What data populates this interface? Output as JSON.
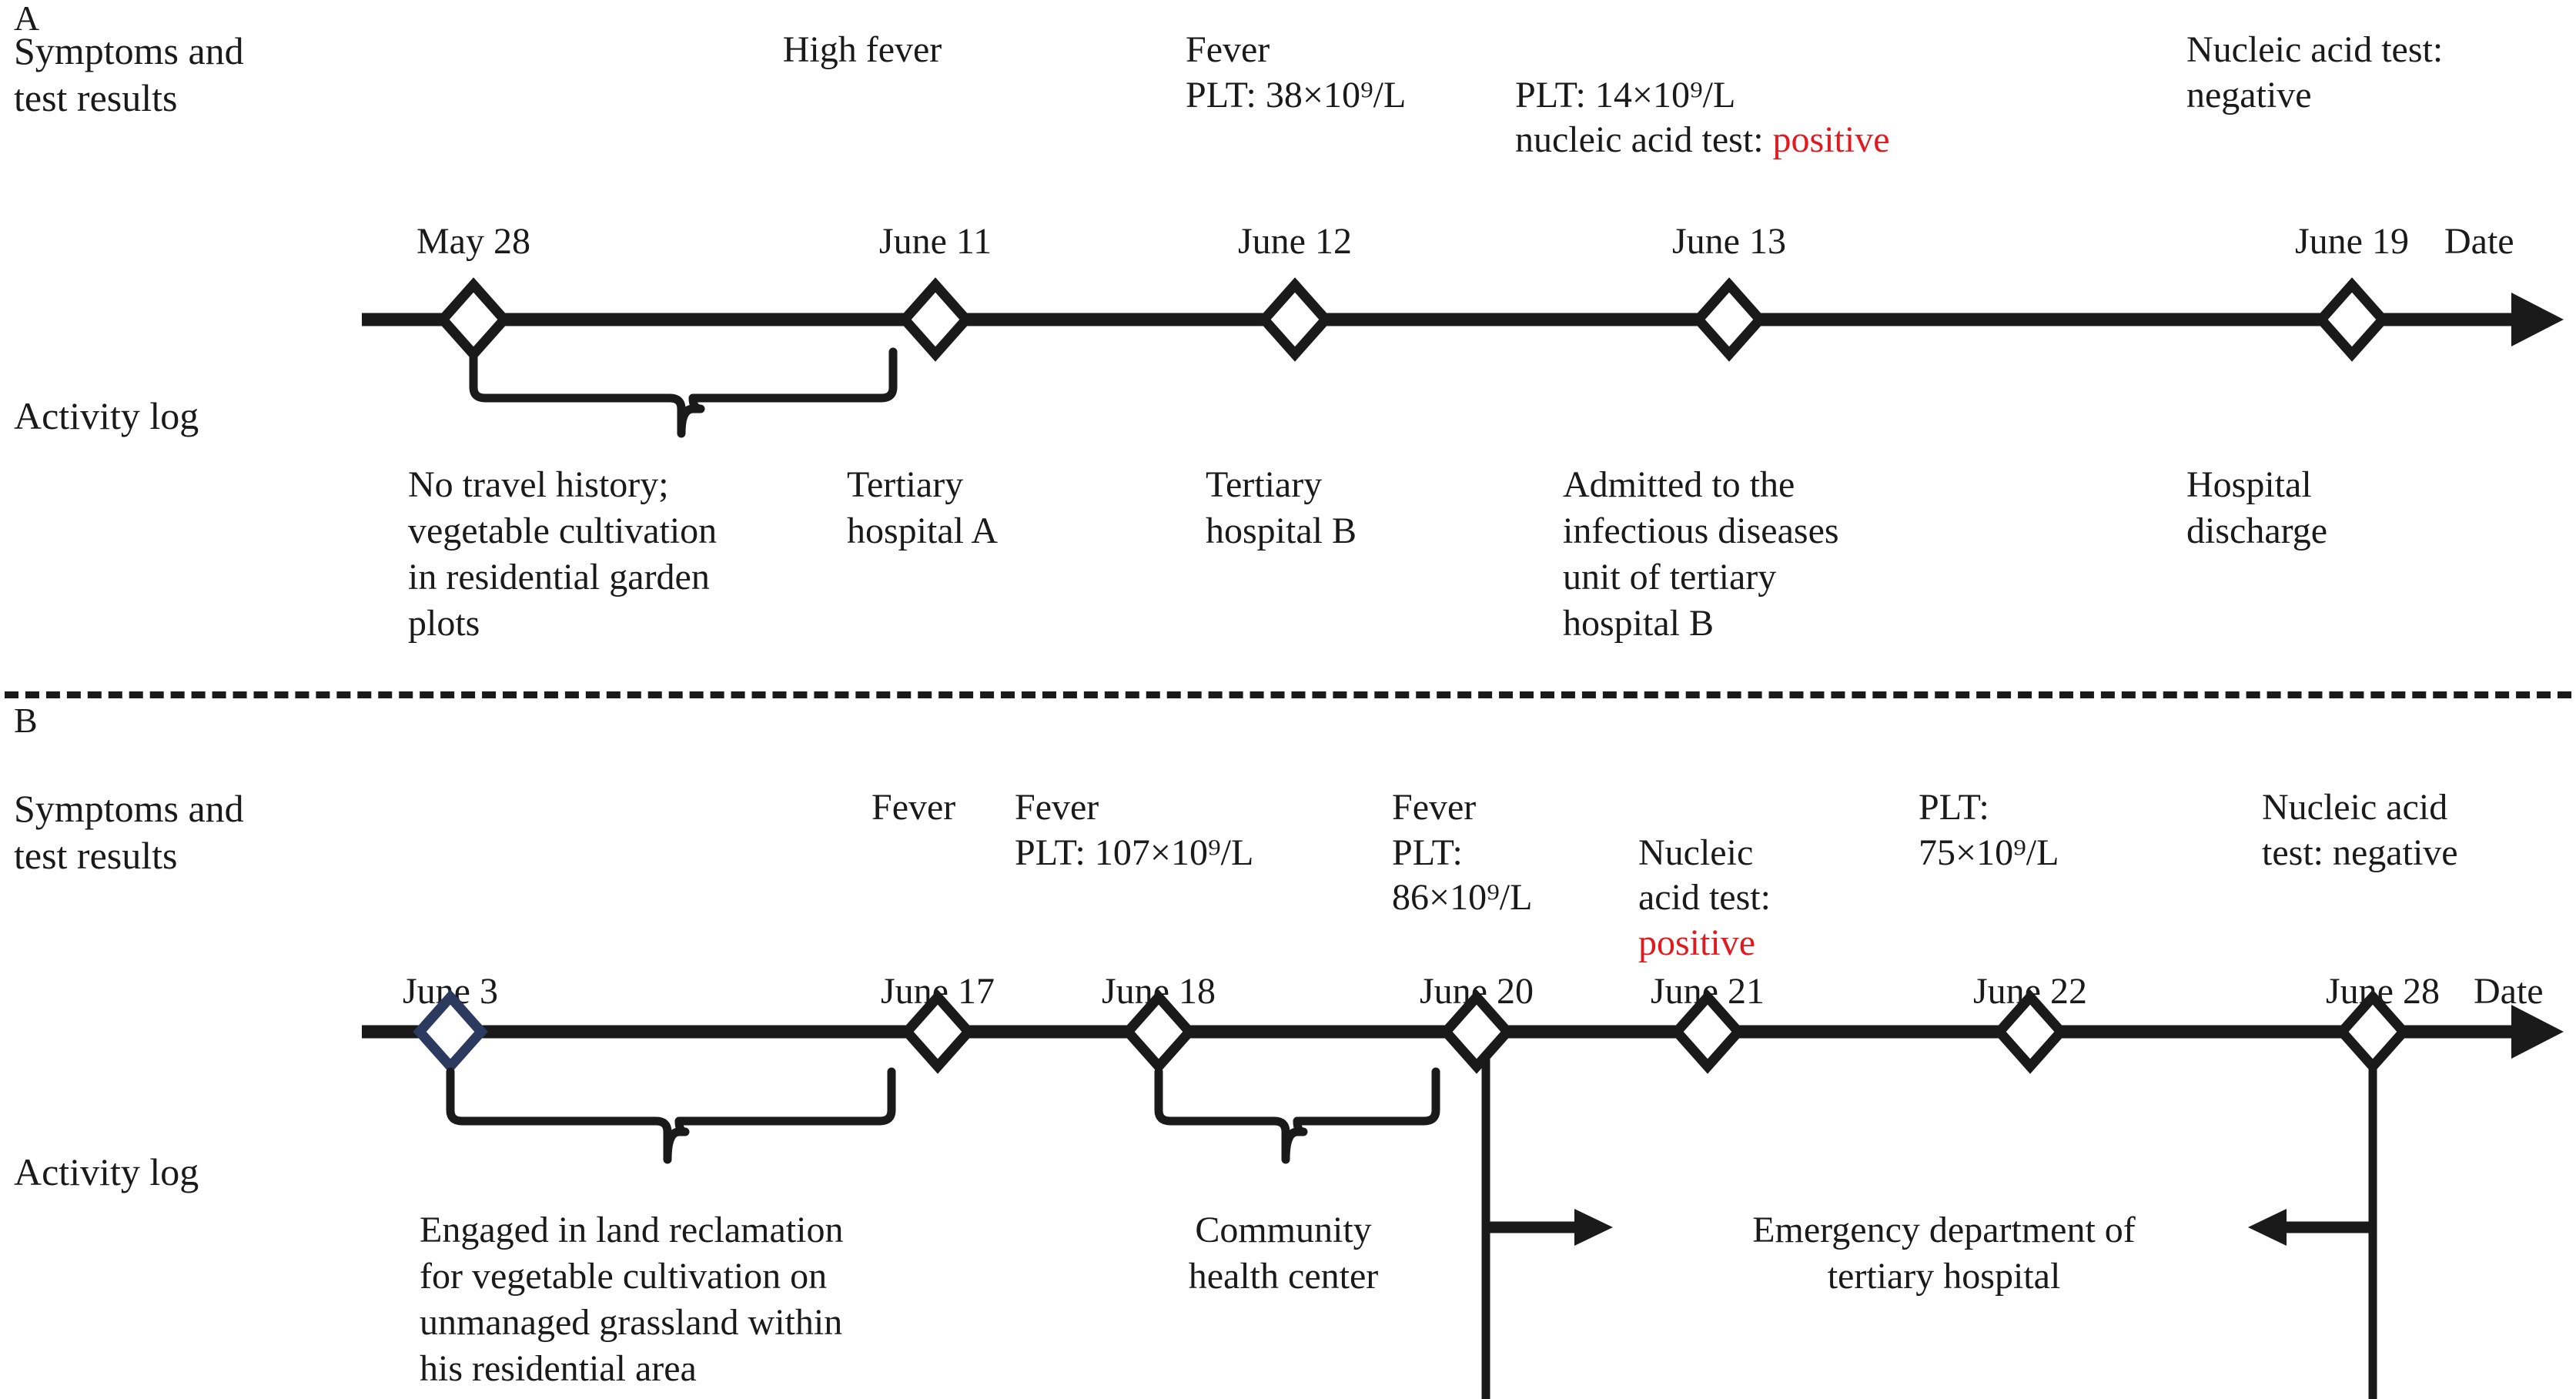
{
  "figure": {
    "panels": [
      {
        "letter": "A",
        "row_labels": {
          "symptoms": "Symptoms and\ntest results",
          "activity": "Activity log"
        },
        "axis_label": "Date",
        "events": [
          {
            "date": "May 28",
            "symptoms": "",
            "symptoms_red": "",
            "activity": "No travel history;\nvegetable cultivation\nin residential garden\nplots"
          },
          {
            "date": "June 11",
            "symptoms": "High fever",
            "symptoms_red": "",
            "activity": "Tertiary\nhospital A"
          },
          {
            "date": "June 12",
            "symptoms": "Fever\nPLT: 38×10⁹/L",
            "symptoms_red": "",
            "activity": "Tertiary\nhospital B"
          },
          {
            "date": "June 13",
            "symptoms": "PLT: 14×10⁹/L\nnucleic acid test: ",
            "symptoms_red": "positive",
            "activity": "Admitted to the\ninfectious diseases\nunit of  tertiary\nhospital B"
          },
          {
            "date": "June 19",
            "symptoms": "Nucleic acid test:\nnegative",
            "symptoms_red": "",
            "activity": "Hospital\ndischarge"
          }
        ]
      },
      {
        "letter": "B",
        "row_labels": {
          "symptoms": "Symptoms and\ntest results",
          "activity": "Activity log"
        },
        "axis_label": "Date",
        "events": [
          {
            "date": "June 3",
            "symptoms": "",
            "symptoms_red": "",
            "activity": "Engaged in land reclamation\nfor vegetable cultivation on\nunmanaged grassland within\nhis residential area"
          },
          {
            "date": "June 17",
            "symptoms": "Fever",
            "symptoms_red": "",
            "activity": ""
          },
          {
            "date": "June 18",
            "symptoms": "Fever\nPLT: 107×10⁹/L",
            "symptoms_red": "",
            "activity": "Community\nhealth center"
          },
          {
            "date": "June 20",
            "symptoms": "Fever\nPLT:\n86×10⁹/L",
            "symptoms_red": "",
            "activity": ""
          },
          {
            "date": "June 21",
            "symptoms": "Nucleic\nacid test:\n",
            "symptoms_red": "positive",
            "activity": ""
          },
          {
            "date": "June 22",
            "symptoms": "PLT:\n75×10⁹/L",
            "symptoms_red": "",
            "activity": ""
          },
          {
            "date": "June 28",
            "symptoms": "Nucleic acid\ntest: negative",
            "symptoms_red": "",
            "activity": ""
          }
        ],
        "span_activity": "Emergency department of\ntertiary hospital"
      }
    ],
    "colors": {
      "ink": "#1a1a1a",
      "positive_red": "#e01b20",
      "first_marker_outline_b": "#2b3a5e"
    }
  }
}
